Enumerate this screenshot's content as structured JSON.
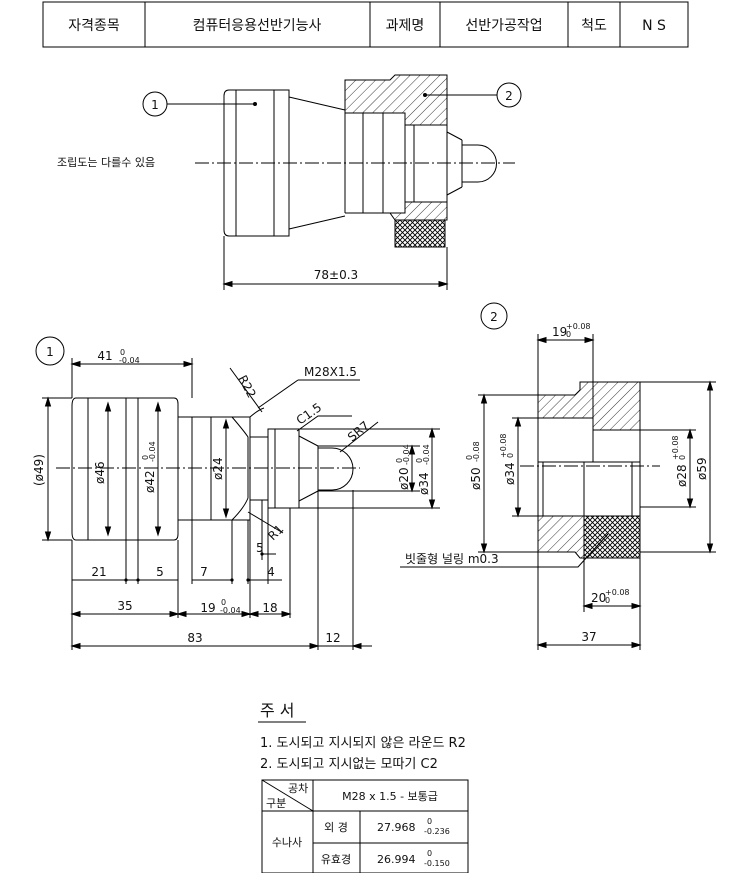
{
  "title_block": {
    "qualification_label": "자격종목",
    "qualification_value": "컴퓨터응용선반기능사",
    "task_label": "과제명",
    "task_value": "선반가공작업",
    "scale_label": "척도",
    "scale_value": "N S"
  },
  "assembly": {
    "balloon_1": "1",
    "balloon_2": "2",
    "note": "조립도는 다를수 있음",
    "overall_length": "78±0.3"
  },
  "part1": {
    "balloon": "1",
    "len_41": "41",
    "tol_41_upper": "0",
    "tol_41_lower": "-0.04",
    "r22": "R22",
    "thread": "M28X1.5",
    "c15": "C1.5",
    "sr7": "SR7",
    "dia49": "(ø49)",
    "dia46": "ø46",
    "dia42": "ø42",
    "tol_42_upper": "0",
    "tol_42_lower": "-0.04",
    "dia24": "ø24",
    "dia20": "ø20",
    "tol_20_upper": "0",
    "tol_20_lower": "-0.04",
    "dia34": "ø34",
    "tol_34_upper": "0",
    "tol_34_lower": "-0.04",
    "r1": "R1",
    "d5_small": "5",
    "d21": "21",
    "d5": "5",
    "d7": "7",
    "d4": "4",
    "d35": "35",
    "d19": "19",
    "tol_19_upper": "0",
    "tol_19_lower": "-0.04",
    "d18": "18",
    "d83": "83",
    "d12": "12"
  },
  "part2": {
    "balloon": "2",
    "len_19": "19",
    "tol_19_upper": "+0.08",
    "tol_19_lower": "0",
    "dia50": "ø50",
    "tol_50_upper": "0",
    "tol_50_lower": "-0.08",
    "dia34": "ø34",
    "tol_34_upper": "+0.08",
    "tol_34_lower": "0",
    "dia28": "ø28",
    "tol_28_upper": "+0.08",
    "tol_28_lower": "0",
    "dia59": "ø59",
    "knurl_note": "빗줄형 널링 m0.3",
    "len_20": "20",
    "tol_20_upper": "+0.08",
    "tol_20_lower": "0",
    "d37": "37"
  },
  "notes": {
    "heading": "주 서",
    "line1": "1. 도시되고 지시되지 않은 라운드 R2",
    "line2": "2. 도시되고 지시없는 모따기 C2"
  },
  "tolerance_table": {
    "hdr_tolerance": "공차",
    "hdr_category": "구분",
    "hdr_spec": "M28 x 1.5 - 보통급",
    "row_group": "수나사",
    "row1_label": "외  경",
    "row1_value": "27.968",
    "row1_upper": "0",
    "row1_lower": "-0.236",
    "row2_label": "유효경",
    "row2_value": "26.994",
    "row2_upper": "0",
    "row2_lower": "-0.150"
  }
}
